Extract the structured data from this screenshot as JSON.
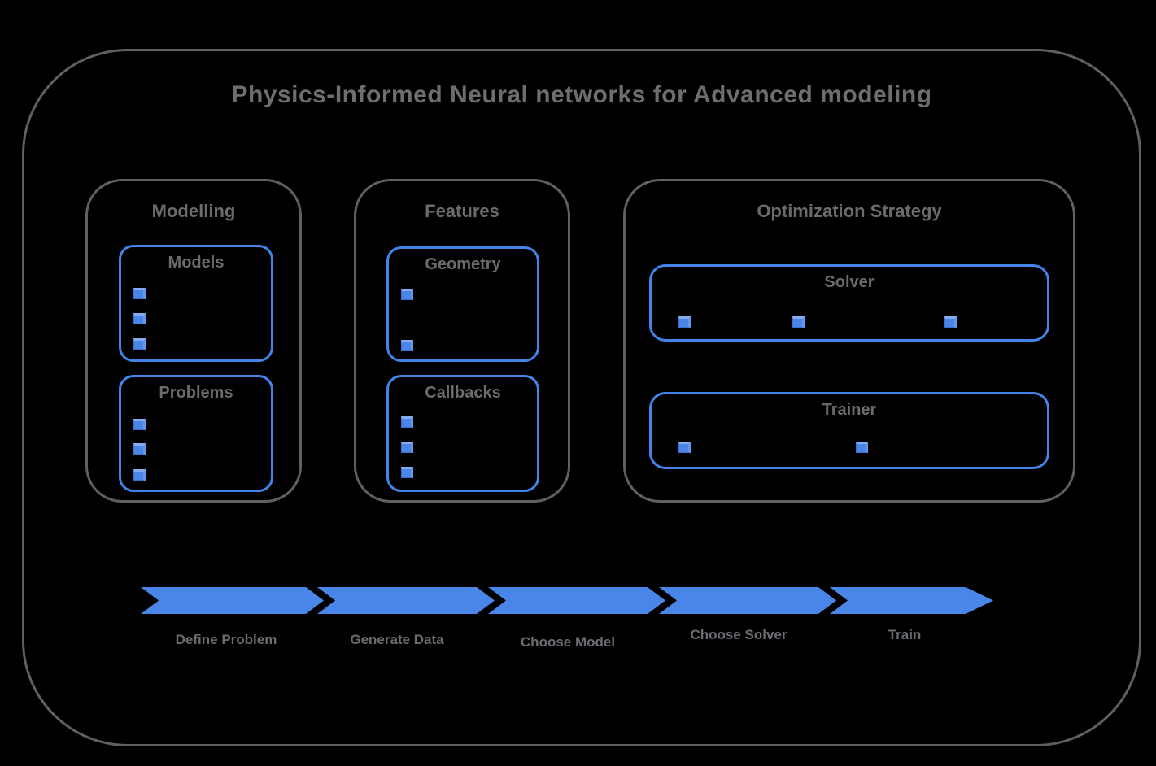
{
  "title": "Physics-Informed Neural networks for Advanced modeling",
  "colors": {
    "background": "#000000",
    "frame_gray": "#606060",
    "text_gray": "#6b6b6b",
    "blue": "#4a86e8",
    "blue_border": "#4284e8",
    "cube_highlight": "#85acf1"
  },
  "sections": {
    "modelling": {
      "label": "Modelling",
      "boxes": {
        "models": {
          "label": "Models",
          "item_count": 3
        },
        "problems": {
          "label": "Problems",
          "item_count": 3
        }
      }
    },
    "features": {
      "label": "Features",
      "boxes": {
        "geometry": {
          "label": "Geometry",
          "item_count": 2
        },
        "callbacks": {
          "label": "Callbacks",
          "item_count": 3
        }
      }
    },
    "optimization": {
      "label": "Optimization Strategy",
      "boxes": {
        "solver": {
          "label": "Solver",
          "item_count": 3
        },
        "trainer": {
          "label": "Trainer",
          "item_count": 2
        }
      }
    }
  },
  "pipeline": {
    "steps": [
      {
        "label": "Define Problem"
      },
      {
        "label": "Generate Data"
      },
      {
        "label": "Choose Model"
      },
      {
        "label": "Choose Solver"
      },
      {
        "label": "Train"
      }
    ]
  }
}
